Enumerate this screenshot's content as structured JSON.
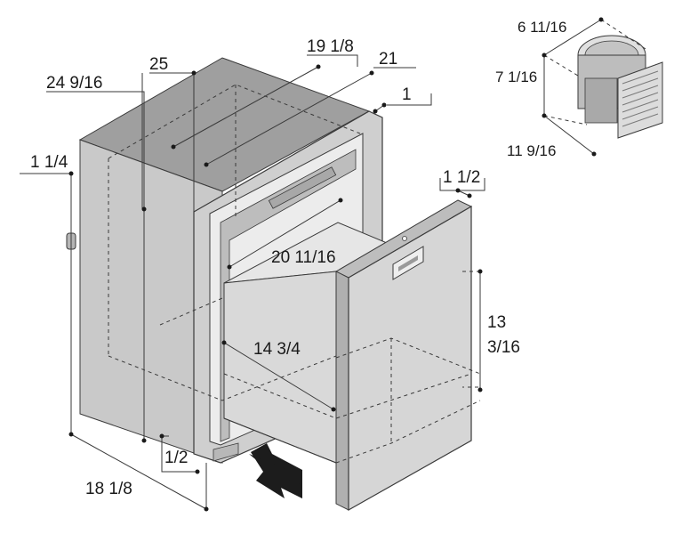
{
  "dimensions": {
    "unit_top": "25",
    "depth_inner": "24 9/16",
    "width_top_a": "19 1/8",
    "width_top_b": "21",
    "frame_thickness": "1",
    "side_offset": "1 1/4",
    "door_thickness": "1 1/2",
    "inner_depth": "20 11/16",
    "drawer_width": "14 3/4",
    "drawer_height_line1": "13",
    "drawer_height_line2": "3/16",
    "base_offset": "1/2",
    "base_width": "18 1/8"
  },
  "compressor_dimensions": {
    "width": "6 11/16",
    "height": "7 1/16",
    "depth": "11 9/16"
  },
  "colors": {
    "body_side": "#c9c9c9",
    "body_top": "#9f9f9f",
    "frame": "#cfcfcf",
    "door": "#d6d6d6",
    "outline": "#3a3a3a",
    "arrow": "#1c1c1c"
  }
}
